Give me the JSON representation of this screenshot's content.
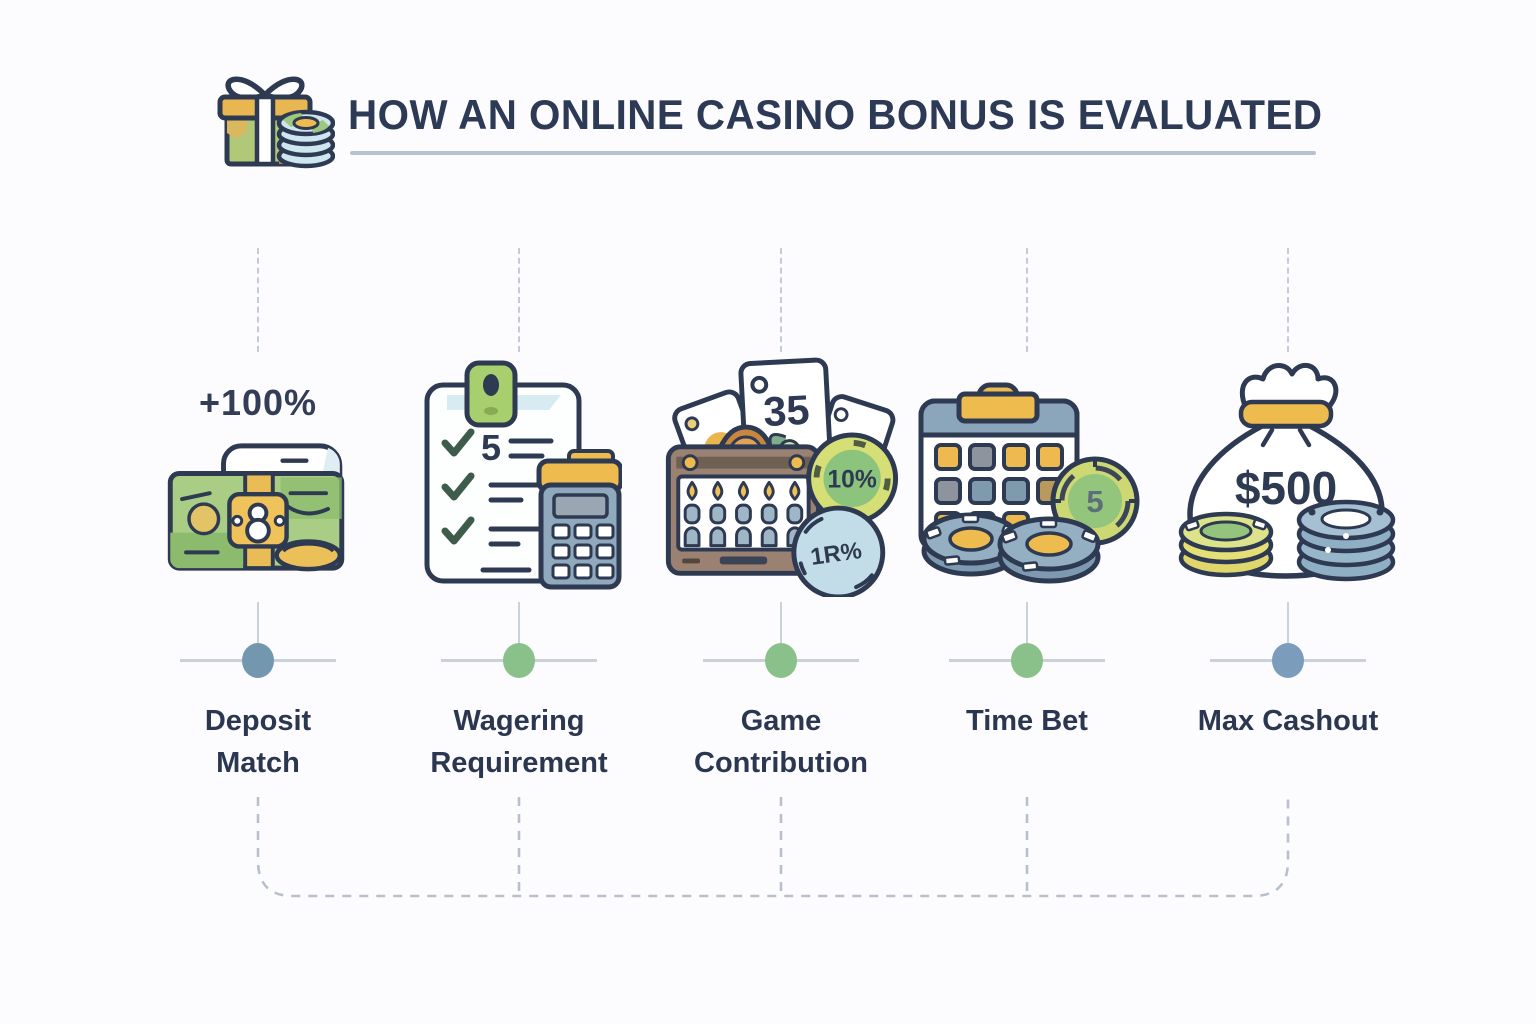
{
  "header": {
    "title": "HOW AN ONLINE CASINO BONUS IS EVALUATED",
    "icon": "gift-with-casino-chips-icon"
  },
  "colors": {
    "background": "#fcfcfe",
    "title_text": "#2c3a55",
    "label_text": "#2b3650",
    "title_rule": "#b6c2cf",
    "timeline_line": "#cbd1db",
    "dashed_line": "#b8bfcd",
    "outline_navy": "#2e3a52",
    "gold": "#eebb4f",
    "green": "#8cc47e",
    "dot_blue": "#7297ae",
    "dot_green": "#8ac08a"
  },
  "steps": [
    {
      "id": "deposit-match",
      "label_lines": [
        "Deposit",
        "Match"
      ],
      "value": "+100%",
      "icon": "cash-stack-icon",
      "dot_color": "#7297ae"
    },
    {
      "id": "wagering-requirement",
      "label_lines": [
        "Wagering",
        "Requirement"
      ],
      "icon": "checklist-calculator-icon",
      "checklist_number": "5",
      "dot_color": "#8ac08a"
    },
    {
      "id": "game-contribution",
      "label_lines": [
        "Game",
        "Contribution"
      ],
      "icon": "cards-slot-chips-icon",
      "card_number": "35",
      "chip_green_text": "10%",
      "chip_blue_text": "1R%",
      "dot_color": "#8ac08a"
    },
    {
      "id": "time-bet",
      "label_lines": [
        "Time Bet"
      ],
      "icon": "calendar-chips-icon",
      "timer_chip_text": "5",
      "dot_color": "#8ac08a"
    },
    {
      "id": "max-cashout",
      "label_lines": [
        "Max Cashout"
      ],
      "value": "$500",
      "icon": "money-bag-chips-icon",
      "dot_color": "#7b9cba"
    }
  ]
}
